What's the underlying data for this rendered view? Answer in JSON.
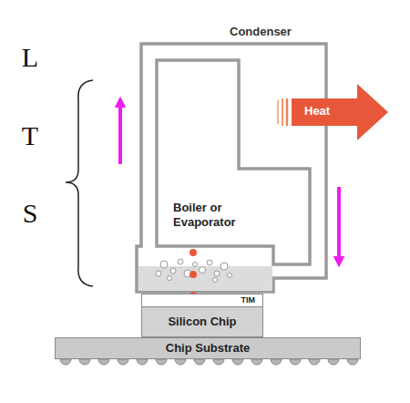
{
  "diagram": {
    "nodes": [
      {
        "text": [
          "TIM"
        ]
      },
      {
        "text": [
          "Silicon Chip"
        ]
      },
      {
        "text": [
          "Chip Substrate"
        ]
      }
    ],
    "labels": [
      "Condenser",
      "Heat",
      "Boiler or Evaporator",
      "LTS"
    ]
  }
}
